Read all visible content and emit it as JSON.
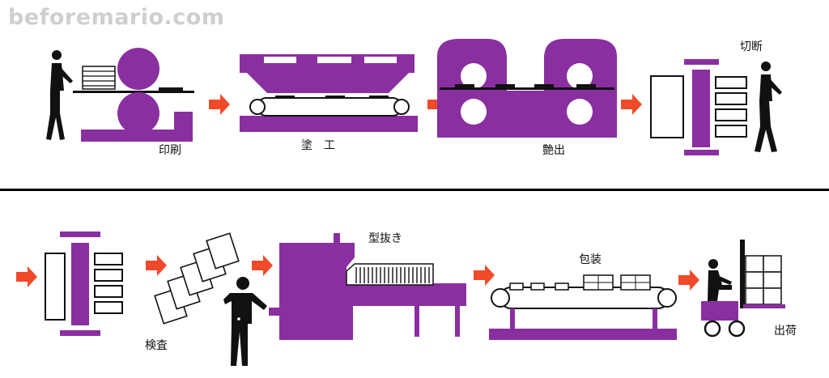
{
  "watermark": "beforemario.com",
  "colors": {
    "machine": "#8a2fa0",
    "arrow": "#f04a2a",
    "ink": "#111111",
    "divider": "#000000",
    "background": "#ffffff"
  },
  "process": {
    "top_row": [
      {
        "id": "printing",
        "label": "印刷"
      },
      {
        "id": "coating",
        "label": "塗　工"
      },
      {
        "id": "gloss",
        "label": "艶出"
      },
      {
        "id": "cutting",
        "label": "切断"
      }
    ],
    "bottom_row": [
      {
        "id": "inspection",
        "label": "検査"
      },
      {
        "id": "die-cutting",
        "label": "型抜き"
      },
      {
        "id": "packaging",
        "label": "包装"
      },
      {
        "id": "shipping",
        "label": "出荷"
      }
    ]
  }
}
